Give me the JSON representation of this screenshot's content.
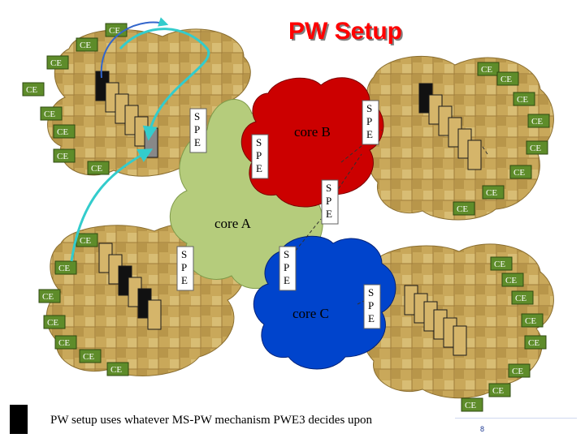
{
  "title": "PW Setup",
  "caption": "PW setup uses whatever MS-PW mechanism PWE3 decides upon",
  "page_number": "8",
  "cores": {
    "a": "core A",
    "b": "core B",
    "c": "core C"
  },
  "spe_label": "S P E",
  "spe_lines": [
    "S",
    "P",
    "E"
  ],
  "ce_label": "CE",
  "colors": {
    "title": "#ff0000",
    "core_a": "#b5cc7c",
    "core_b": "#cc0000",
    "core_c": "#0044cc",
    "ce_block": "#5e8c2a",
    "ce_fill": "#d5b56a",
    "signal_arrow": "#33cccc"
  }
}
